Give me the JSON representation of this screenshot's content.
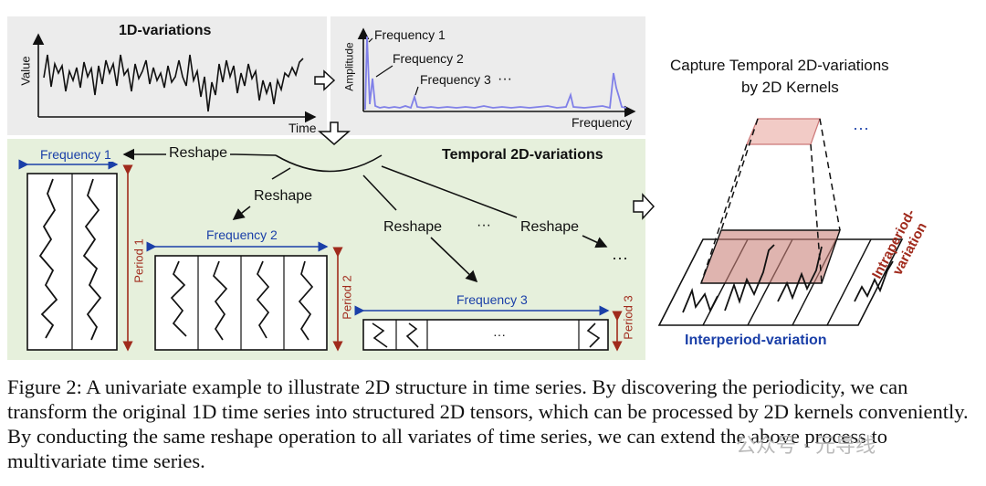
{
  "panels": {
    "variations_1d": {
      "title": "1D-variations",
      "y_axis": "Value",
      "x_axis": "Time"
    },
    "spectrum": {
      "y_axis": "Amplitude",
      "x_axis": "Frequency",
      "labels": [
        "Frequency 1",
        "Frequency 2",
        "Frequency 3"
      ],
      "more": "···"
    },
    "temporal_2d": {
      "title": "Temporal 2D-variations",
      "reshape_label": "Reshape",
      "more": "···",
      "segments": [
        {
          "frequency": "Frequency 1",
          "period": "Period 1"
        },
        {
          "frequency": "Frequency 2",
          "period": "Period 2"
        },
        {
          "frequency": "Frequency 3",
          "period": "Period 3",
          "more": "···"
        }
      ]
    },
    "kernels": {
      "title_line1": "Capture Temporal 2D-variations",
      "title_line2": "by 2D Kernels",
      "more": "···",
      "interperiod": "Interperiod-variation",
      "intraperiod_line1": "Intraperiod-",
      "intraperiod_line2": "variation"
    }
  },
  "caption": "Figure 2: A univariate example to illustrate 2D structure in time series. By discovering the periodicity, we can transform the original 1D time series into structured 2D tensors, which can be processed by 2D kernels conveniently. By conducting the same reshape operation to all variates of time series, we can extend the above process to multivariate time series.",
  "watermark": "公众号 · 元导线",
  "colors": {
    "blue": "#1a3fa8",
    "red": "#a02a1c",
    "spectrum": "#8080e8",
    "pink": "#f0c0bc"
  }
}
